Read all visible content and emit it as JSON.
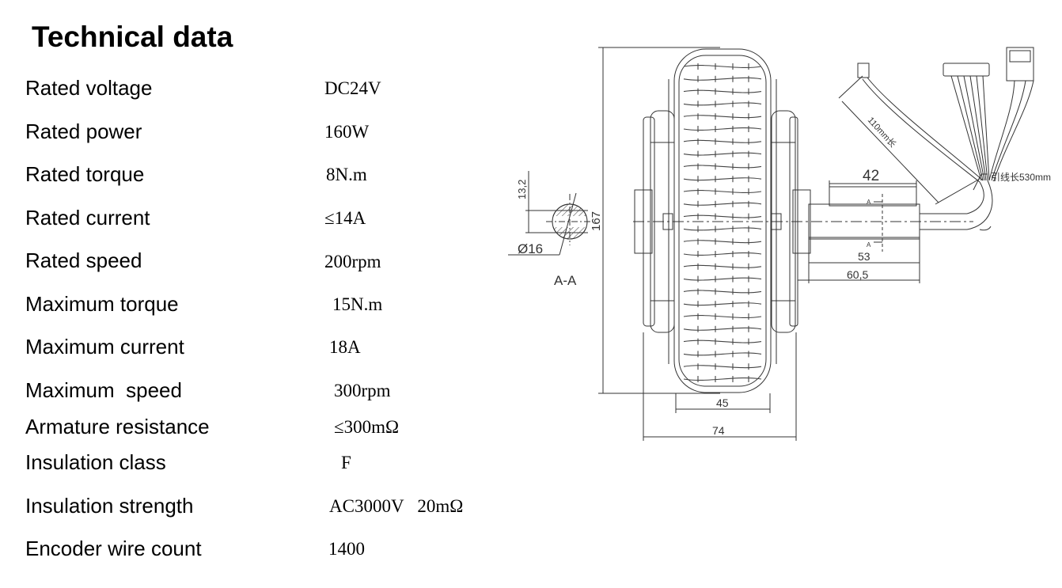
{
  "title": "Technical data",
  "specs": [
    {
      "label": "Rated voltage",
      "value": "DC24V"
    },
    {
      "label": "Rated power",
      "value": "160W"
    },
    {
      "label": "Rated torque",
      "value": "8N.m"
    },
    {
      "label": "Rated current",
      "value": "≤14A"
    },
    {
      "label": "Rated speed",
      "value": "200rpm"
    },
    {
      "label": "Maximum torque",
      "value": "15N.m"
    },
    {
      "label": "Maximum current",
      "value": "18A"
    },
    {
      "label": "Maximum  speed",
      "value": "300rpm"
    },
    {
      "label": "Armature resistance",
      "value": "≤300mΩ"
    },
    {
      "label": "Insulation class",
      "value": "F"
    },
    {
      "label": "Insulation strength",
      "value": "AC3000V   20mΩ"
    },
    {
      "label": "Encoder wire count",
      "value": "1400"
    }
  ],
  "drawing": {
    "section_label": "A-A",
    "dim_13_2": "13,2",
    "dim_16": "Ø16",
    "dim_167": "167",
    "dim_42": "42",
    "dim_53": "53",
    "dim_60_5": "60,5",
    "dim_45": "45",
    "dim_74": "74",
    "dim_110": "110mm长",
    "dim_530": "引线长530mm",
    "mark_a": "A"
  }
}
